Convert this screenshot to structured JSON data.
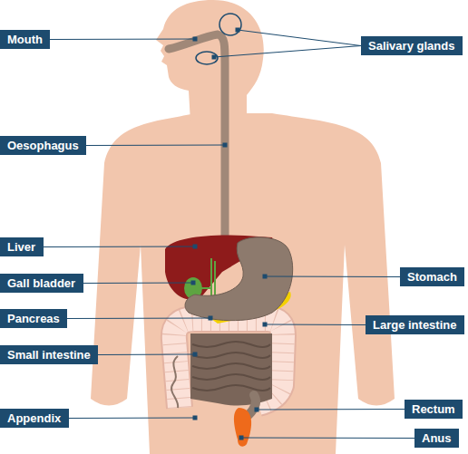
{
  "diagram": {
    "nodes": [
      {
        "text": [
          "Mouth"
        ]
      },
      {
        "text": [
          "Salivary glands"
        ]
      },
      {
        "text": [
          "Oesophagus"
        ]
      },
      {
        "text": [
          "Liver"
        ]
      },
      {
        "text": [
          "Stomach"
        ]
      },
      {
        "text": [
          "Gall bladder"
        ]
      },
      {
        "text": [
          "Pancreas"
        ]
      },
      {
        "text": [
          "Large intestine"
        ]
      },
      {
        "text": [
          "Small intestine"
        ]
      },
      {
        "text": [
          "Rectum"
        ]
      },
      {
        "text": [
          "Appendix"
        ]
      },
      {
        "text": [
          "Anus"
        ]
      }
    ]
  }
}
